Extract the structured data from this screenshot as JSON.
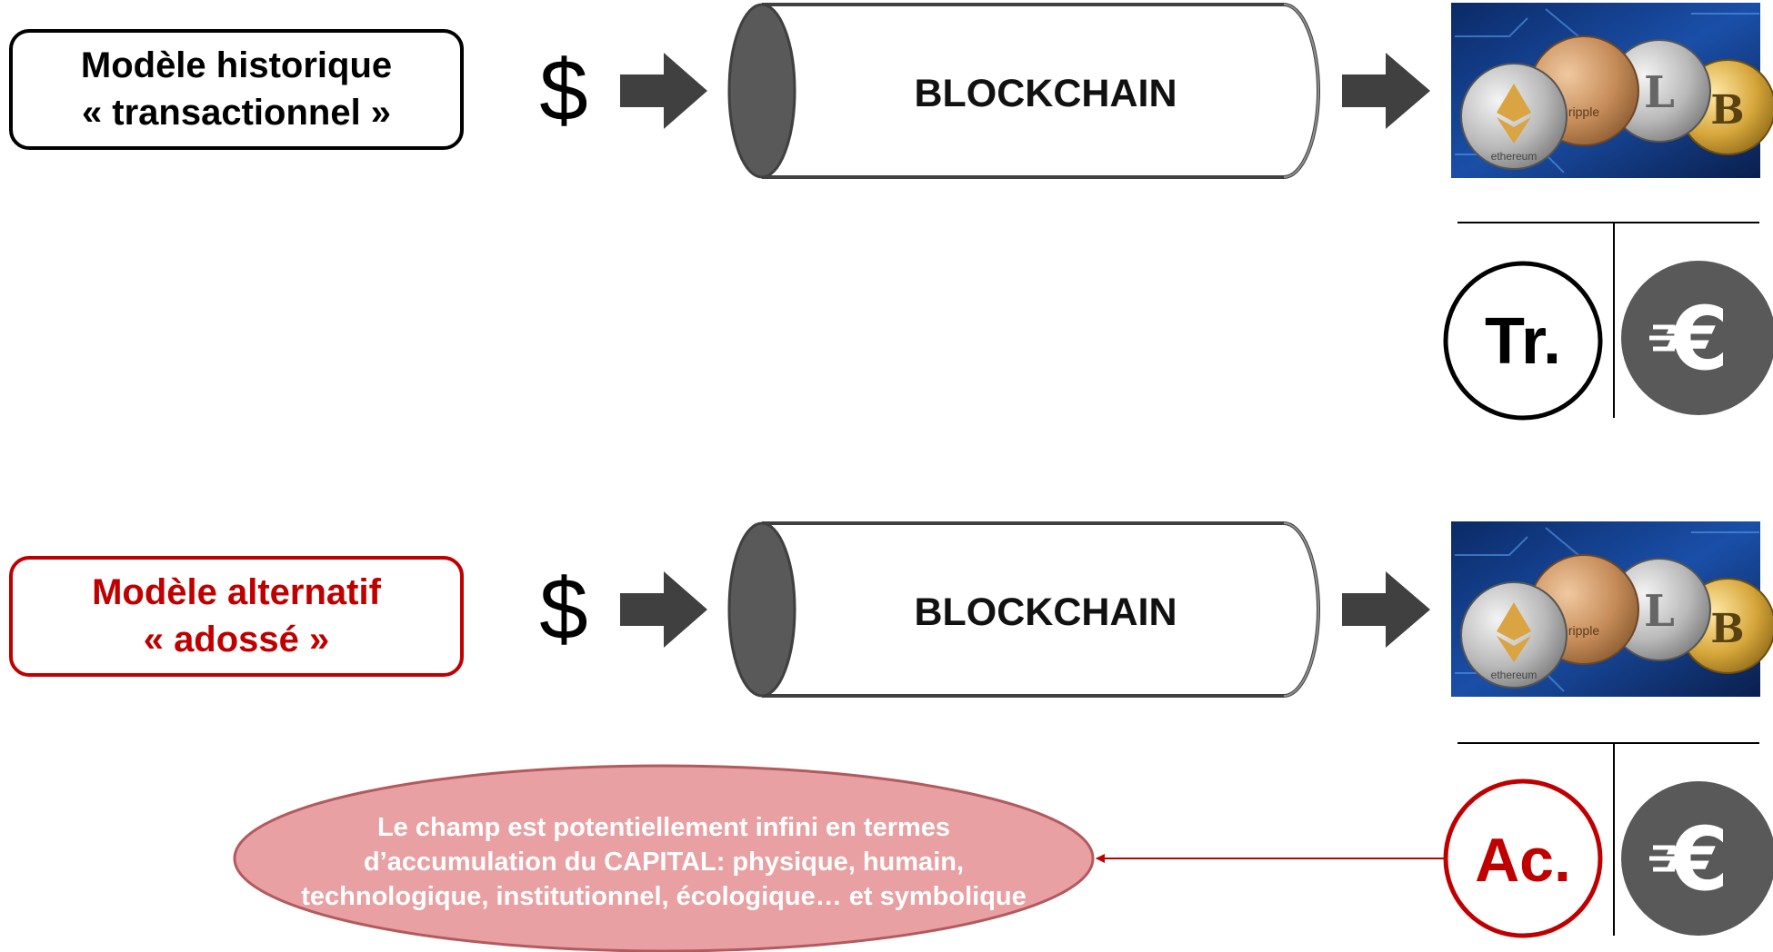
{
  "colors": {
    "accent_red": "#c00000",
    "arrow_gray": "#404040",
    "disc_gray": "#595959",
    "cap_gray": "#595959",
    "note_fill": "#e8a0a3",
    "note_border": "#b35a5e"
  },
  "models": [
    {
      "id": "historique",
      "title_line1": "Modèle historique",
      "title_line2": "« transactionnel »",
      "currency_symbol": "$",
      "pipe_label": "BLOCKCHAIN",
      "badge_label": "Tr.",
      "euro_symbol": "€",
      "image_icon": "crypto-coins-image"
    },
    {
      "id": "alternatif",
      "title_line1": "Modèle alternatif",
      "title_line2": "« adossé »",
      "currency_symbol": "$",
      "pipe_label": "BLOCKCHAIN",
      "badge_label": "Ac.",
      "euro_symbol": "€",
      "image_icon": "crypto-coins-image"
    }
  ],
  "coin_labels": [
    "ethereum",
    "ripple",
    "L",
    "B"
  ],
  "note": {
    "text": "Le champ est potentiellement infini en termes d’accumulation du CAPITAL: physique, humain, technologique, institutionnel, écologique… et symbolique"
  }
}
